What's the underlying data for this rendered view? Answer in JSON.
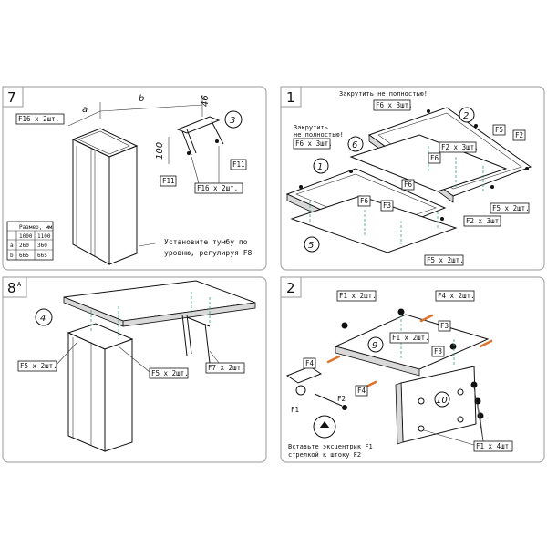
{
  "panels": {
    "p7": {
      "step": "7",
      "labels": {
        "f16_top": "F16 x 2шт.",
        "f11_left": "F11",
        "f11_right": "F11",
        "f16_bottom": "F16 x 2шт."
      },
      "part": "3",
      "dims": {
        "a": "a",
        "b": "b",
        "h46": "46",
        "h100": "100"
      },
      "table": {
        "header": "Размер, мм",
        "rows": [
          [
            "",
            "1000",
            "1100"
          ],
          [
            "a",
            "260",
            "360"
          ],
          [
            "b",
            "665",
            "665"
          ]
        ]
      },
      "note": [
        "Установите тумбу по",
        "уровню, регулируя F8"
      ]
    },
    "p1": {
      "step": "1",
      "note_top": "Закрутить не полностью!",
      "note_left": [
        "Закрутить",
        "не полностью!"
      ],
      "labels": {
        "f6_top": "F6 x 3шт.",
        "f6_left": "F6 x 3шт.",
        "f6_mid": "F6",
        "f6_center": "F6",
        "f5_a": "F5",
        "f2_a": "F2",
        "f2_x3_a": "F2 x 3шт.",
        "f2_x3_b": "F2 x 3шт.",
        "f3_a": "F3",
        "f5_x2_a": "F5 x 2шт.",
        "f5_x2_b": "F5 x 2шт."
      },
      "parts": {
        "p1": "1",
        "p2": "2",
        "p5": "5",
        "p6": "6"
      }
    },
    "p8": {
      "step": "8",
      "step_sup": "A",
      "part": "4",
      "labels": {
        "f5_left": "F5 x 2шт.",
        "f5_mid": "F5 x 2шт.",
        "f7": "F7 x 2шт."
      }
    },
    "p2": {
      "step": "2",
      "labels": {
        "f1_top": "F1 x 2шт.",
        "f4_top": "F4 x 2шт.",
        "f3_a": "F3",
        "f1_mid": "F1 x 2шт.",
        "f3_b": "F3",
        "f4_a": "F4",
        "f4_b": "F4",
        "f1_right": "F1 x 4шт.",
        "f1_small": "F1",
        "f2_small": "F2"
      },
      "parts": {
        "p9": "9",
        "p10": "10"
      },
      "note": [
        "Вставьте эксцентрик F1",
        "стрелкой к штоку F2"
      ]
    }
  },
  "colors": {
    "guide": "#3aa37a",
    "arrow": "#e0732c",
    "frame": "#999999",
    "ink": "#111111"
  }
}
